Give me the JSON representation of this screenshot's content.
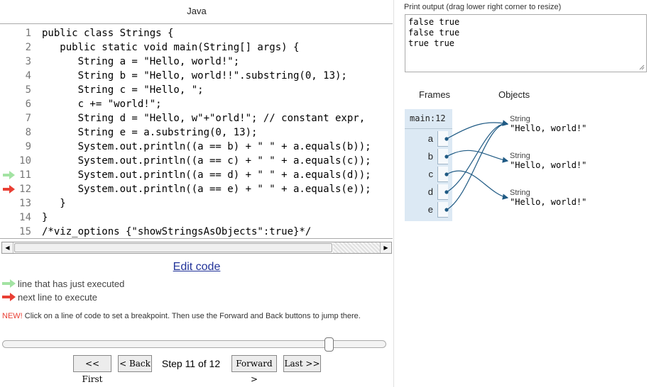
{
  "code_panel": {
    "language_title": "Java",
    "lines": [
      {
        "num": "1",
        "code": "public class Strings {",
        "marker": ""
      },
      {
        "num": "2",
        "code": "   public static void main(String[] args) {",
        "marker": ""
      },
      {
        "num": "3",
        "code": "      String a = \"Hello, world!\";",
        "marker": ""
      },
      {
        "num": "4",
        "code": "      String b = \"Hello, world!!\".substring(0, 13);",
        "marker": ""
      },
      {
        "num": "5",
        "code": "      String c = \"Hello, \";",
        "marker": ""
      },
      {
        "num": "6",
        "code": "      c += \"world!\";",
        "marker": ""
      },
      {
        "num": "7",
        "code": "      String d = \"Hello, w\"+\"orld!\"; // constant expr,",
        "marker": ""
      },
      {
        "num": "8",
        "code": "      String e = a.substring(0, 13);",
        "marker": ""
      },
      {
        "num": "9",
        "code": "      System.out.println((a == b) + \" \" + a.equals(b));",
        "marker": ""
      },
      {
        "num": "10",
        "code": "      System.out.println((a == c) + \" \" + a.equals(c));",
        "marker": ""
      },
      {
        "num": "11",
        "code": "      System.out.println((a == d) + \" \" + a.equals(d));",
        "marker": "just-executed"
      },
      {
        "num": "12",
        "code": "      System.out.println((a == e) + \" \" + a.equals(e));",
        "marker": "next"
      },
      {
        "num": "13",
        "code": "   }",
        "marker": ""
      },
      {
        "num": "14",
        "code": "}",
        "marker": ""
      },
      {
        "num": "15",
        "code": "/*viz_options {\"showStringsAsObjects\":true}*/",
        "marker": ""
      }
    ],
    "edit_link": "Edit code",
    "legend": {
      "just_executed": "line that has just executed",
      "next_line": "next line to execute"
    },
    "note_new": "NEW!",
    "note_text": " Click on a line of code to set a breakpoint. Then use the Forward and Back buttons to jump there.",
    "slider": {
      "step": 11,
      "total": 12
    },
    "nav": {
      "first": "<< First",
      "back": "< Back",
      "step_label": "Step 11 of 12",
      "forward": "Forward >",
      "last": "Last >>"
    }
  },
  "output_panel": {
    "title": "Print output (drag lower right corner to resize)",
    "lines": [
      "false true",
      "false true",
      "true true"
    ]
  },
  "viz": {
    "frames_header": "Frames",
    "objects_header": "Objects",
    "frame_name": "main:12",
    "variables": [
      "a",
      "b",
      "c",
      "d",
      "e"
    ],
    "objects": [
      {
        "type": "String",
        "value": "\"Hello, world!\""
      },
      {
        "type": "String",
        "value": "\"Hello, world!\""
      },
      {
        "type": "String",
        "value": "\"Hello, world!\""
      }
    ]
  },
  "colors": {
    "just_executed_arrow": "#a3e3a3",
    "next_arrow": "#e93f34",
    "frame_bg": "#dce9f4",
    "pointer": "#1f5a84",
    "link": "#223399"
  },
  "icons": {
    "just_executed": "green-right-arrow-icon",
    "next": "red-right-arrow-icon",
    "scroll_left": "triangle-left-icon",
    "scroll_right": "triangle-right-icon",
    "resize": "resize-grip-icon"
  }
}
